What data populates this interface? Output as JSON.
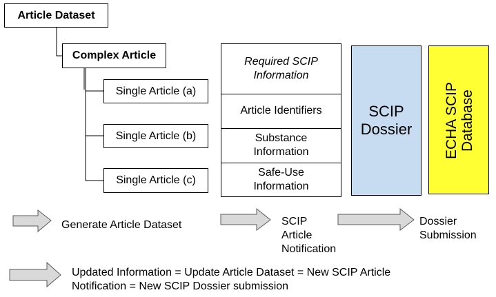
{
  "tree": {
    "root": "Article Dataset",
    "complex": "Complex Article",
    "singles": [
      "Single Article (a)",
      "Single Article (b)",
      "Single Article (c)"
    ]
  },
  "scip_table": {
    "header_line1": "Required SCIP",
    "header_line2": "Information",
    "rows": [
      [
        "Article Identifiers"
      ],
      [
        "Substance",
        "Information"
      ],
      [
        "Safe-Use",
        "Information"
      ]
    ]
  },
  "dossier": {
    "line1": "SCIP",
    "line2": "Dossier",
    "color": "#c7dcf0"
  },
  "database": {
    "line1": "ECHA SCIP",
    "line2": "Database",
    "color": "#ffff33"
  },
  "steps": {
    "generate": "Generate Article Dataset",
    "notification": [
      "SCIP",
      "Article",
      "Notification"
    ],
    "submission": [
      "Dossier",
      "Submission"
    ]
  },
  "footnote": {
    "line1": "Updated Information = Update Article Dataset = New SCIP Article",
    "line2": "Notification = New SCIP Dossier submission"
  },
  "arrow_color": "#d9d9d9"
}
